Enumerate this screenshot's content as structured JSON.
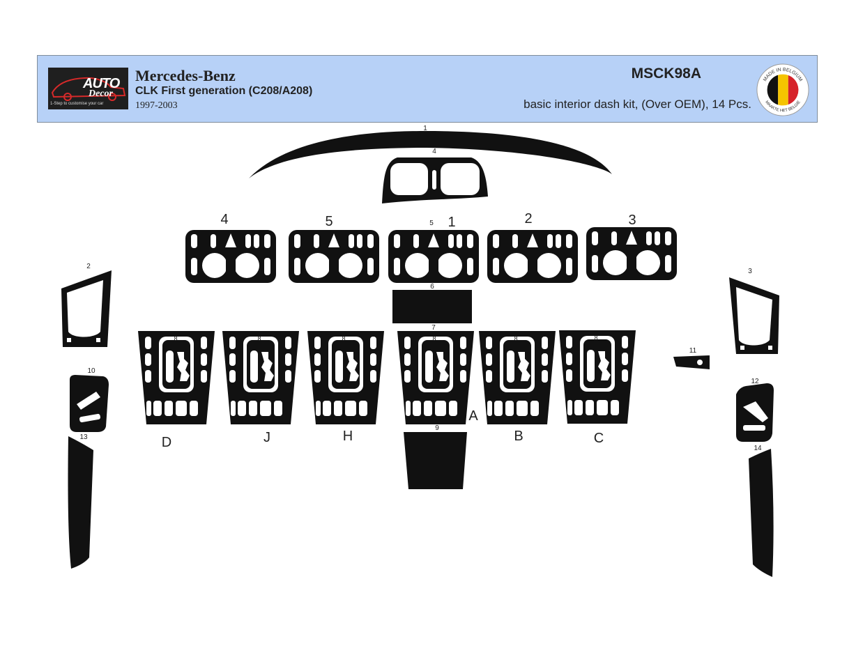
{
  "header": {
    "logo_word1": "AUTO",
    "logo_word2": "Decor",
    "logo_tagline": "1-Step to customise your car",
    "brand": "Mercedes-Benz",
    "model": "CLK First generation (C208/A208)",
    "years": "1997-2003",
    "product_code": "MSCK98A",
    "description": "basic interior dash kit, (Over OEM), 14 Pcs.",
    "badge_top": "MADE IN BELGIUM",
    "badge_bottom": "MAAKTE HET BELGIE"
  },
  "colors": {
    "header_bg": "#b7d1f7",
    "piece": "#111111",
    "flag_black": "#111111",
    "flag_yellow": "#f5c400",
    "flag_red": "#d6232a"
  },
  "part_numbers": {
    "p1": "1",
    "p2": "2",
    "p3": "3",
    "p4": "4",
    "p6": "6",
    "p7": "7",
    "p8": "8",
    "p9": "9",
    "p10": "10",
    "p11": "11",
    "p12": "12",
    "p13": "13",
    "p14": "14",
    "center_vent_small": "5"
  },
  "vent_variants": [
    "4",
    "5",
    "1",
    "2",
    "3"
  ],
  "console_variants": [
    "D",
    "J",
    "H",
    "A",
    "B",
    "C"
  ]
}
